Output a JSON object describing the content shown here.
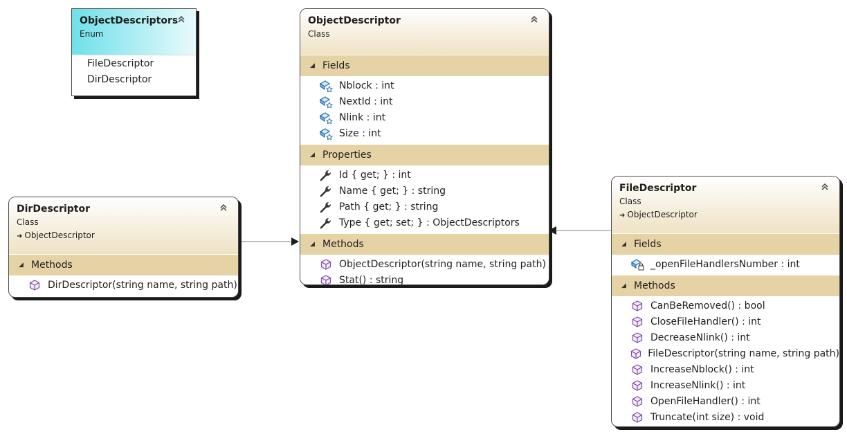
{
  "colors": {
    "class_header": "#efe2c4",
    "section_band": "#e5d3a6",
    "enum_header": "#6fe0ea",
    "connector": "#808080",
    "arrowhead": "#1e1e1e"
  },
  "enum_object_descriptors": {
    "name": "ObjectDescriptors",
    "kind": "Enum",
    "values": [
      "FileDescriptor",
      "DirDescriptor"
    ]
  },
  "object_descriptor": {
    "name": "ObjectDescriptor",
    "kind": "Class",
    "fields_label": "Fields",
    "fields": [
      "Nblock : int",
      "NextId : int",
      "Nlink : int",
      "Size : int"
    ],
    "properties_label": "Properties",
    "properties": [
      "Id { get; } : int",
      "Name { get; } : string",
      "Path { get; } : string",
      "Type { get; set; } : ObjectDescriptors"
    ],
    "methods_label": "Methods",
    "methods": [
      "ObjectDescriptor(string name, string path)",
      "Stat() : string"
    ]
  },
  "dir_descriptor": {
    "name": "DirDescriptor",
    "kind": "Class",
    "base": "ObjectDescriptor",
    "methods_label": "Methods",
    "methods": [
      "DirDescriptor(string name, string path)"
    ]
  },
  "file_descriptor": {
    "name": "FileDescriptor",
    "kind": "Class",
    "base": "ObjectDescriptor",
    "fields_label": "Fields",
    "fields": [
      "_openFileHandlersNumber : int"
    ],
    "methods_label": "Methods",
    "methods": [
      "CanBeRemoved() : bool",
      "CloseFileHandler() : int",
      "DecreaseNlink() : int",
      "FileDescriptor(string name, string path)",
      "IncreaseNblock() : int",
      "IncreaseNlink() : int",
      "OpenFileHandler() : int",
      "Truncate(int size) : void"
    ]
  },
  "icons": {
    "field_static": "static-field-icon",
    "field_private": "private-field-icon",
    "property": "wrench-property-icon",
    "method": "method-cube-icon",
    "collapse": "double-chevron-up-icon",
    "section_toggle": "triangle-expanded-icon",
    "inherits": "inheritance-arrow-icon"
  }
}
